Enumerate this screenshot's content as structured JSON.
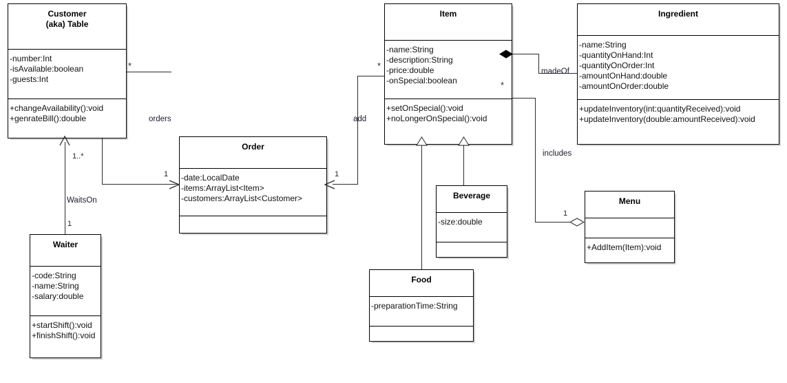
{
  "diagram": {
    "title": "Restaurant UML Class Diagram",
    "type": "uml-class-diagram",
    "background_color": "#ffffff",
    "line_color": "#2b2b2b",
    "label_color": "#1a1a2e"
  },
  "classes": [
    {
      "id": "customer",
      "name": "Customer\n(aka) Table",
      "attributes": [
        "-number:Int",
        "-isAvailable:boolean",
        "-guests:Int"
      ],
      "methods": [
        "+changeAvailability():void",
        "+genrateBill():double"
      ]
    },
    {
      "id": "order",
      "name": "Order",
      "attributes": [
        "-date:LocalDate",
        "-items:ArrayList<Item>",
        "-customers:ArrayList<Customer>"
      ],
      "methods": []
    },
    {
      "id": "item",
      "name": "Item",
      "attributes": [
        "-name:String",
        "-description:String",
        "-price:double",
        "-onSpecial:boolean"
      ],
      "methods": [
        "+setOnSpecial():void",
        "+noLongerOnSpecial():void"
      ]
    },
    {
      "id": "ingredient",
      "name": "Ingredient",
      "attributes": [
        "-name:String",
        "-quantityOnHand:Int",
        "-quantityOnOrder:Int",
        "-amountOnHand:double",
        "-amountOnOrder:double"
      ],
      "methods": [
        "+updateInventory(int:quantityReceived):void",
        "+updateInventory(double:amountReceived):void"
      ]
    },
    {
      "id": "waiter",
      "name": "Waiter",
      "attributes": [
        "-code:String",
        "-name:String",
        "-salary:double"
      ],
      "methods": [
        "+startShift():void",
        "+finishShift():void"
      ]
    },
    {
      "id": "beverage",
      "name": "Beverage",
      "attributes": [
        "-size:double"
      ],
      "methods": []
    },
    {
      "id": "food",
      "name": "Food",
      "attributes": [
        "-preparationTime:String"
      ],
      "methods": []
    },
    {
      "id": "menu",
      "name": "Menu",
      "attributes": [],
      "methods": [
        "+AddItem(Item):void"
      ]
    }
  ],
  "relationships": [
    {
      "id": "orders",
      "label": "orders",
      "from": "customer",
      "to": "order",
      "from_multiplicity": "*",
      "to_multiplicity": "1",
      "kind": "association-directed"
    },
    {
      "id": "add",
      "label": "add",
      "from": "item",
      "to": "order",
      "from_multiplicity": "*",
      "to_multiplicity": "1",
      "kind": "association-directed"
    },
    {
      "id": "madeOf",
      "label": "madeOf",
      "from": "item",
      "to": "ingredient",
      "from_multiplicity": "",
      "to_multiplicity": "",
      "kind": "composition"
    },
    {
      "id": "includes",
      "label": "includes",
      "from": "item",
      "to": "menu",
      "from_multiplicity": "*",
      "to_multiplicity": "1",
      "kind": "aggregation"
    },
    {
      "id": "waitsOn",
      "label": "WaitsOn",
      "from": "waiter",
      "to": "customer",
      "from_multiplicity": "1",
      "to_multiplicity": "1..*",
      "kind": "association-directed"
    },
    {
      "id": "food-item",
      "label": "",
      "from": "food",
      "to": "item",
      "from_multiplicity": "",
      "to_multiplicity": "",
      "kind": "generalization"
    },
    {
      "id": "beverage-item",
      "label": "",
      "from": "beverage",
      "to": "item",
      "from_multiplicity": "",
      "to_multiplicity": "",
      "kind": "generalization"
    }
  ],
  "labels": {
    "orders": "orders",
    "add": "add",
    "madeOf": "madeOf",
    "includes": "includes",
    "waitsOn": "WaitsOn"
  },
  "multiplicities": {
    "customer_orders": "*",
    "order_orders": "1",
    "item_add": "*",
    "order_add": "1",
    "item_includes": "*",
    "menu_includes": "1",
    "customer_waitsOn": "1..*",
    "waiter_waitsOn": "1"
  }
}
